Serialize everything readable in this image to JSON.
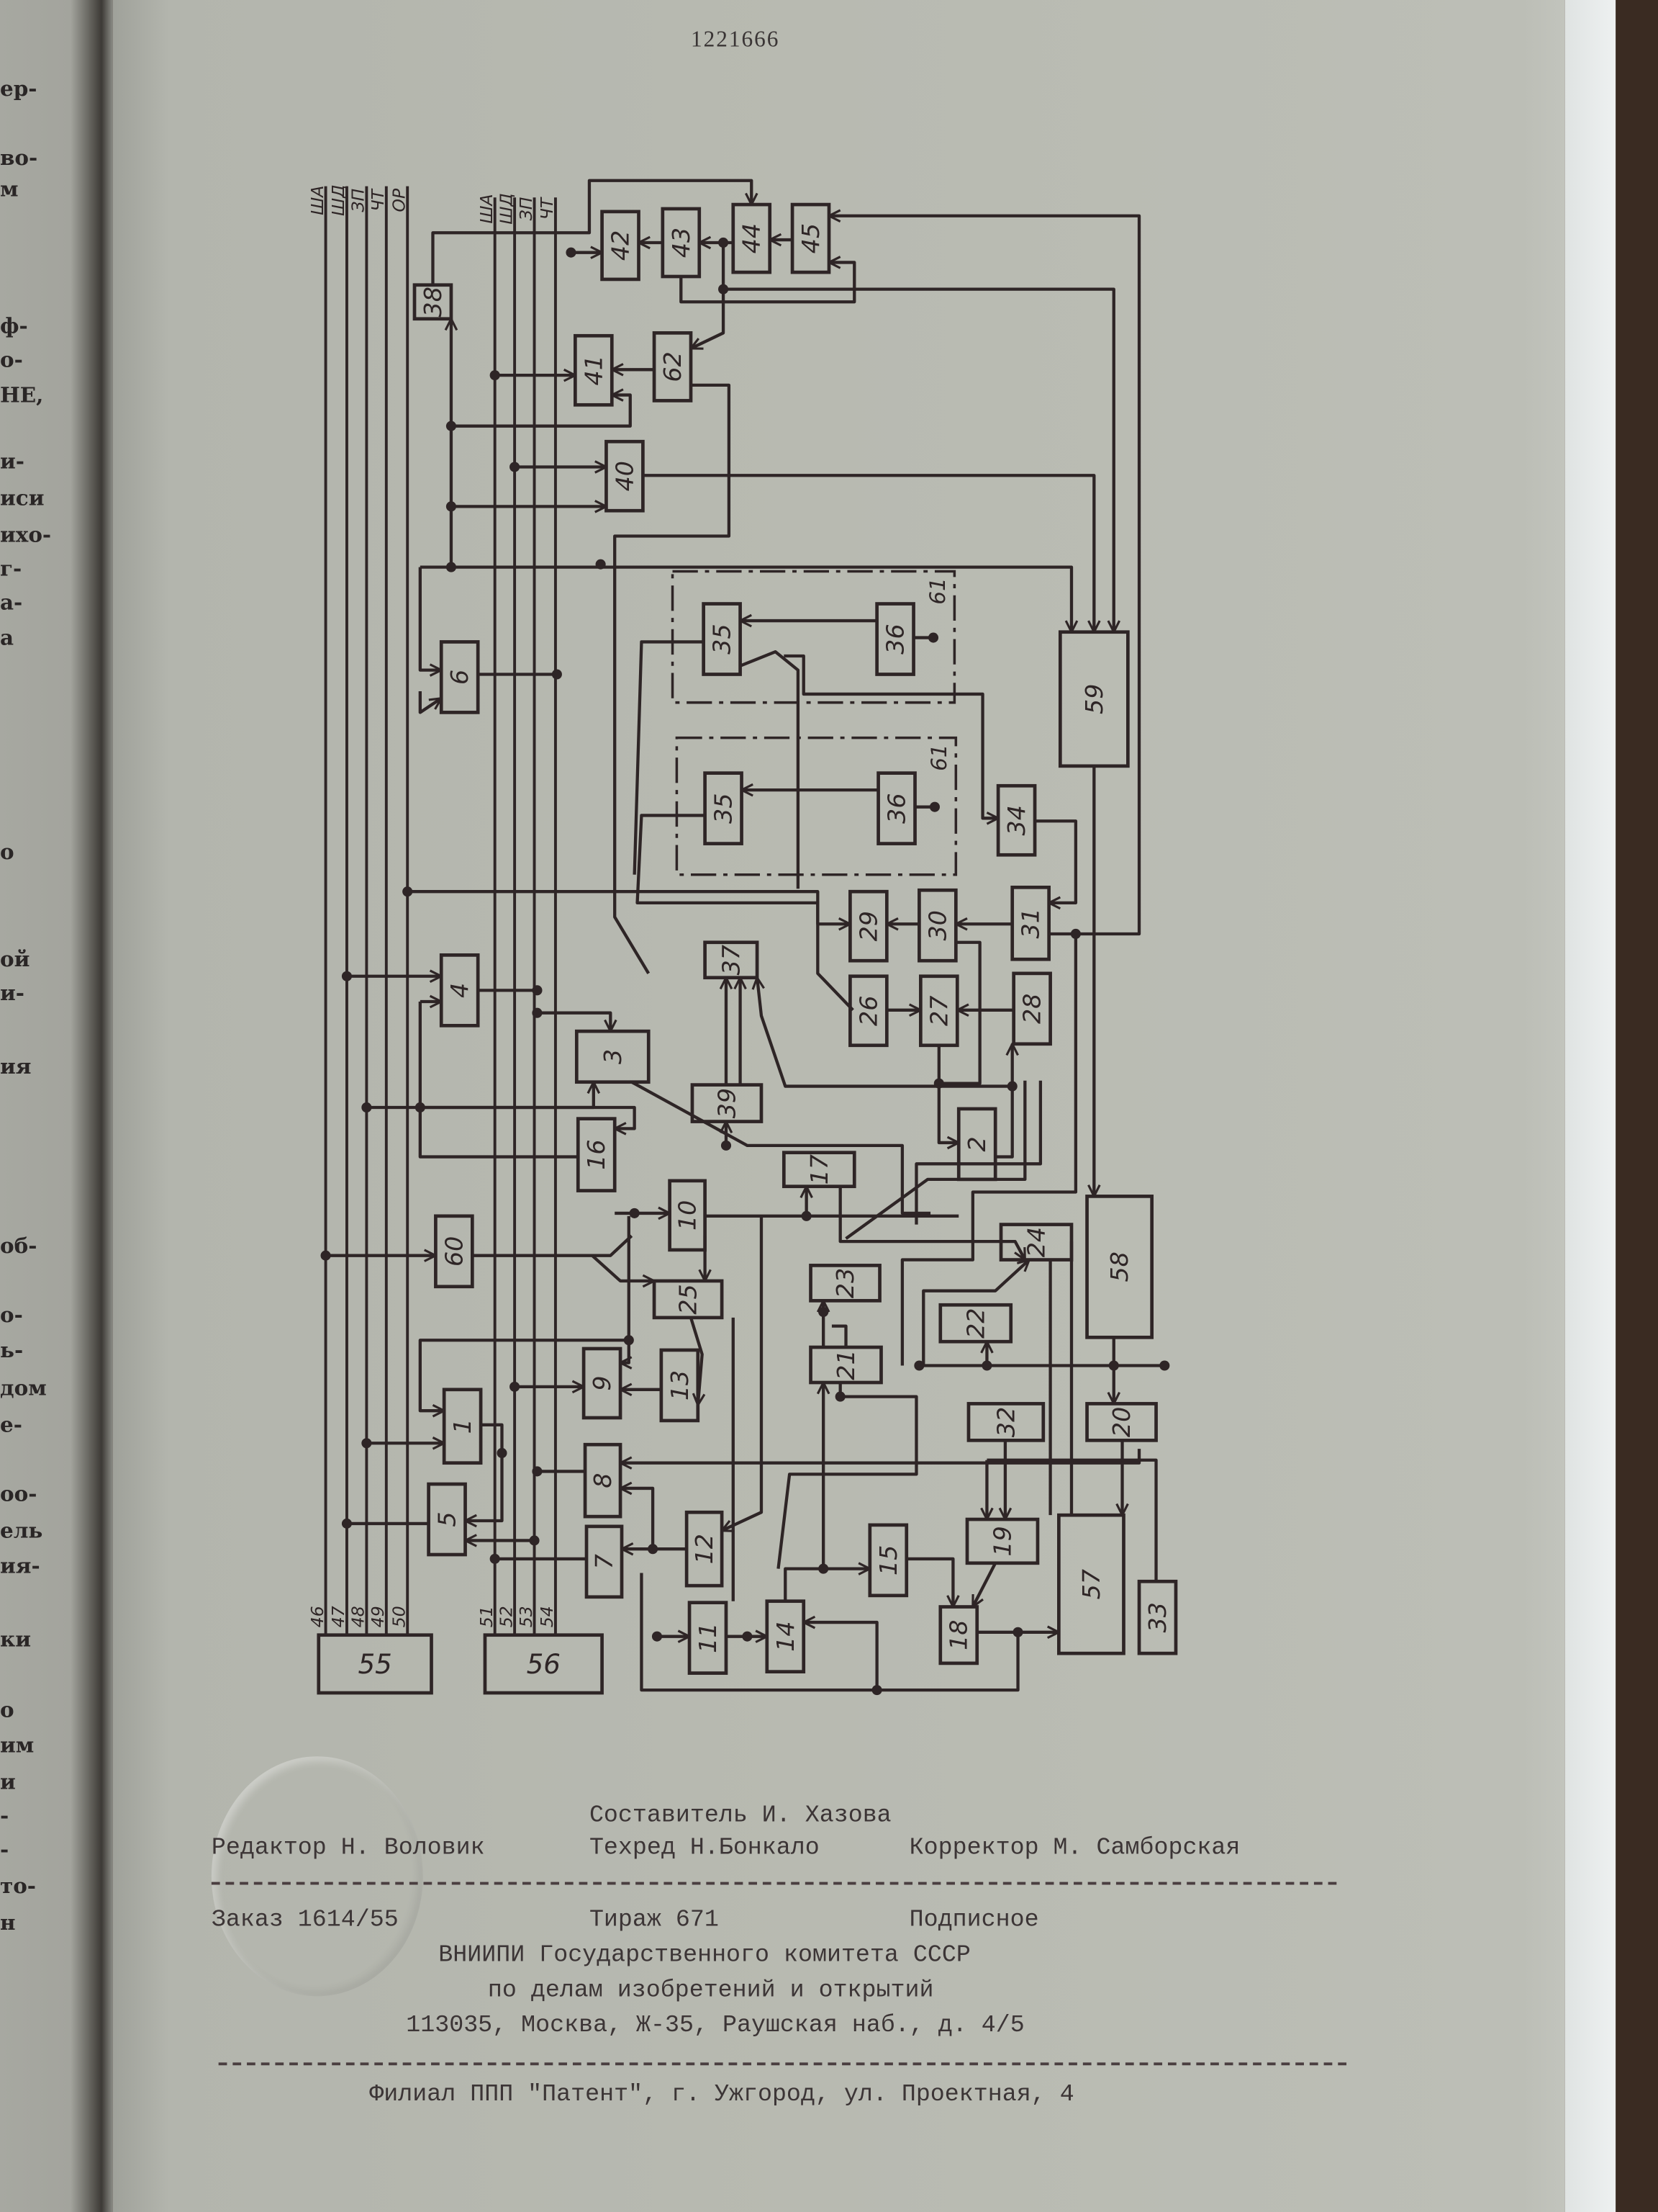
{
  "patent_number": "1221666",
  "previous_page_fragments": [
    "ер-",
    "во-",
    "м",
    "ф-",
    "о-",
    "НЕ,",
    "и-",
    "иси",
    "ихо-",
    "г-",
    "а-",
    "а",
    "о",
    "ой",
    "и-",
    "ия",
    "об-",
    "о-",
    "ь-",
    "дом",
    "е-",
    "оо-",
    "ель",
    "ия-",
    "ки",
    "о",
    "им",
    "и",
    "-",
    "-",
    "то-",
    "н"
  ],
  "diagram": {
    "left_bus_labels": [
      "ША",
      "ШД",
      "ЗП",
      "ЧТ",
      "ОР"
    ],
    "right_bus_labels": [
      "ША",
      "ШД",
      "ЗП",
      "ЧТ"
    ],
    "left_bus_numbers": [
      "46",
      "47",
      "48",
      "49",
      "50"
    ],
    "right_bus_numbers": [
      "51",
      "52",
      "53",
      "54"
    ],
    "group_label": "61",
    "blocks": [
      "1",
      "2",
      "3",
      "4",
      "5",
      "6",
      "7",
      "8",
      "9",
      "10",
      "11",
      "12",
      "13",
      "14",
      "15",
      "16",
      "17",
      "18",
      "19",
      "20",
      "21",
      "22",
      "23",
      "24",
      "25",
      "26",
      "27",
      "28",
      "29",
      "30",
      "31",
      "32",
      "33",
      "34",
      "35",
      "36",
      "37",
      "38",
      "39",
      "40",
      "41",
      "42",
      "43",
      "44",
      "45",
      "55",
      "56",
      "57",
      "58",
      "59",
      "60",
      "62"
    ]
  },
  "colophon": {
    "compiler": "Составитель И. Хазова",
    "editor": "Редактор Н. Воловик",
    "techeditor": "Техред Н.Бонкало",
    "corrector": "Корректор М. Самборская",
    "order": "Заказ 1614/55",
    "circulation": "Тираж 671",
    "subscription": "Подписное",
    "org_line1": "ВНИИПИ Государственного комитета СССР",
    "org_line2": "по делам изобретений и открытий",
    "address": "113035, Москва, Ж-35, Раушская наб., д. 4/5",
    "branch": "Филиал ППП \"Патент\", г. Ужгород, ул. Проектная, 4"
  },
  "colors": {
    "ink": "#2e2526",
    "paper": "#b8bab1"
  }
}
